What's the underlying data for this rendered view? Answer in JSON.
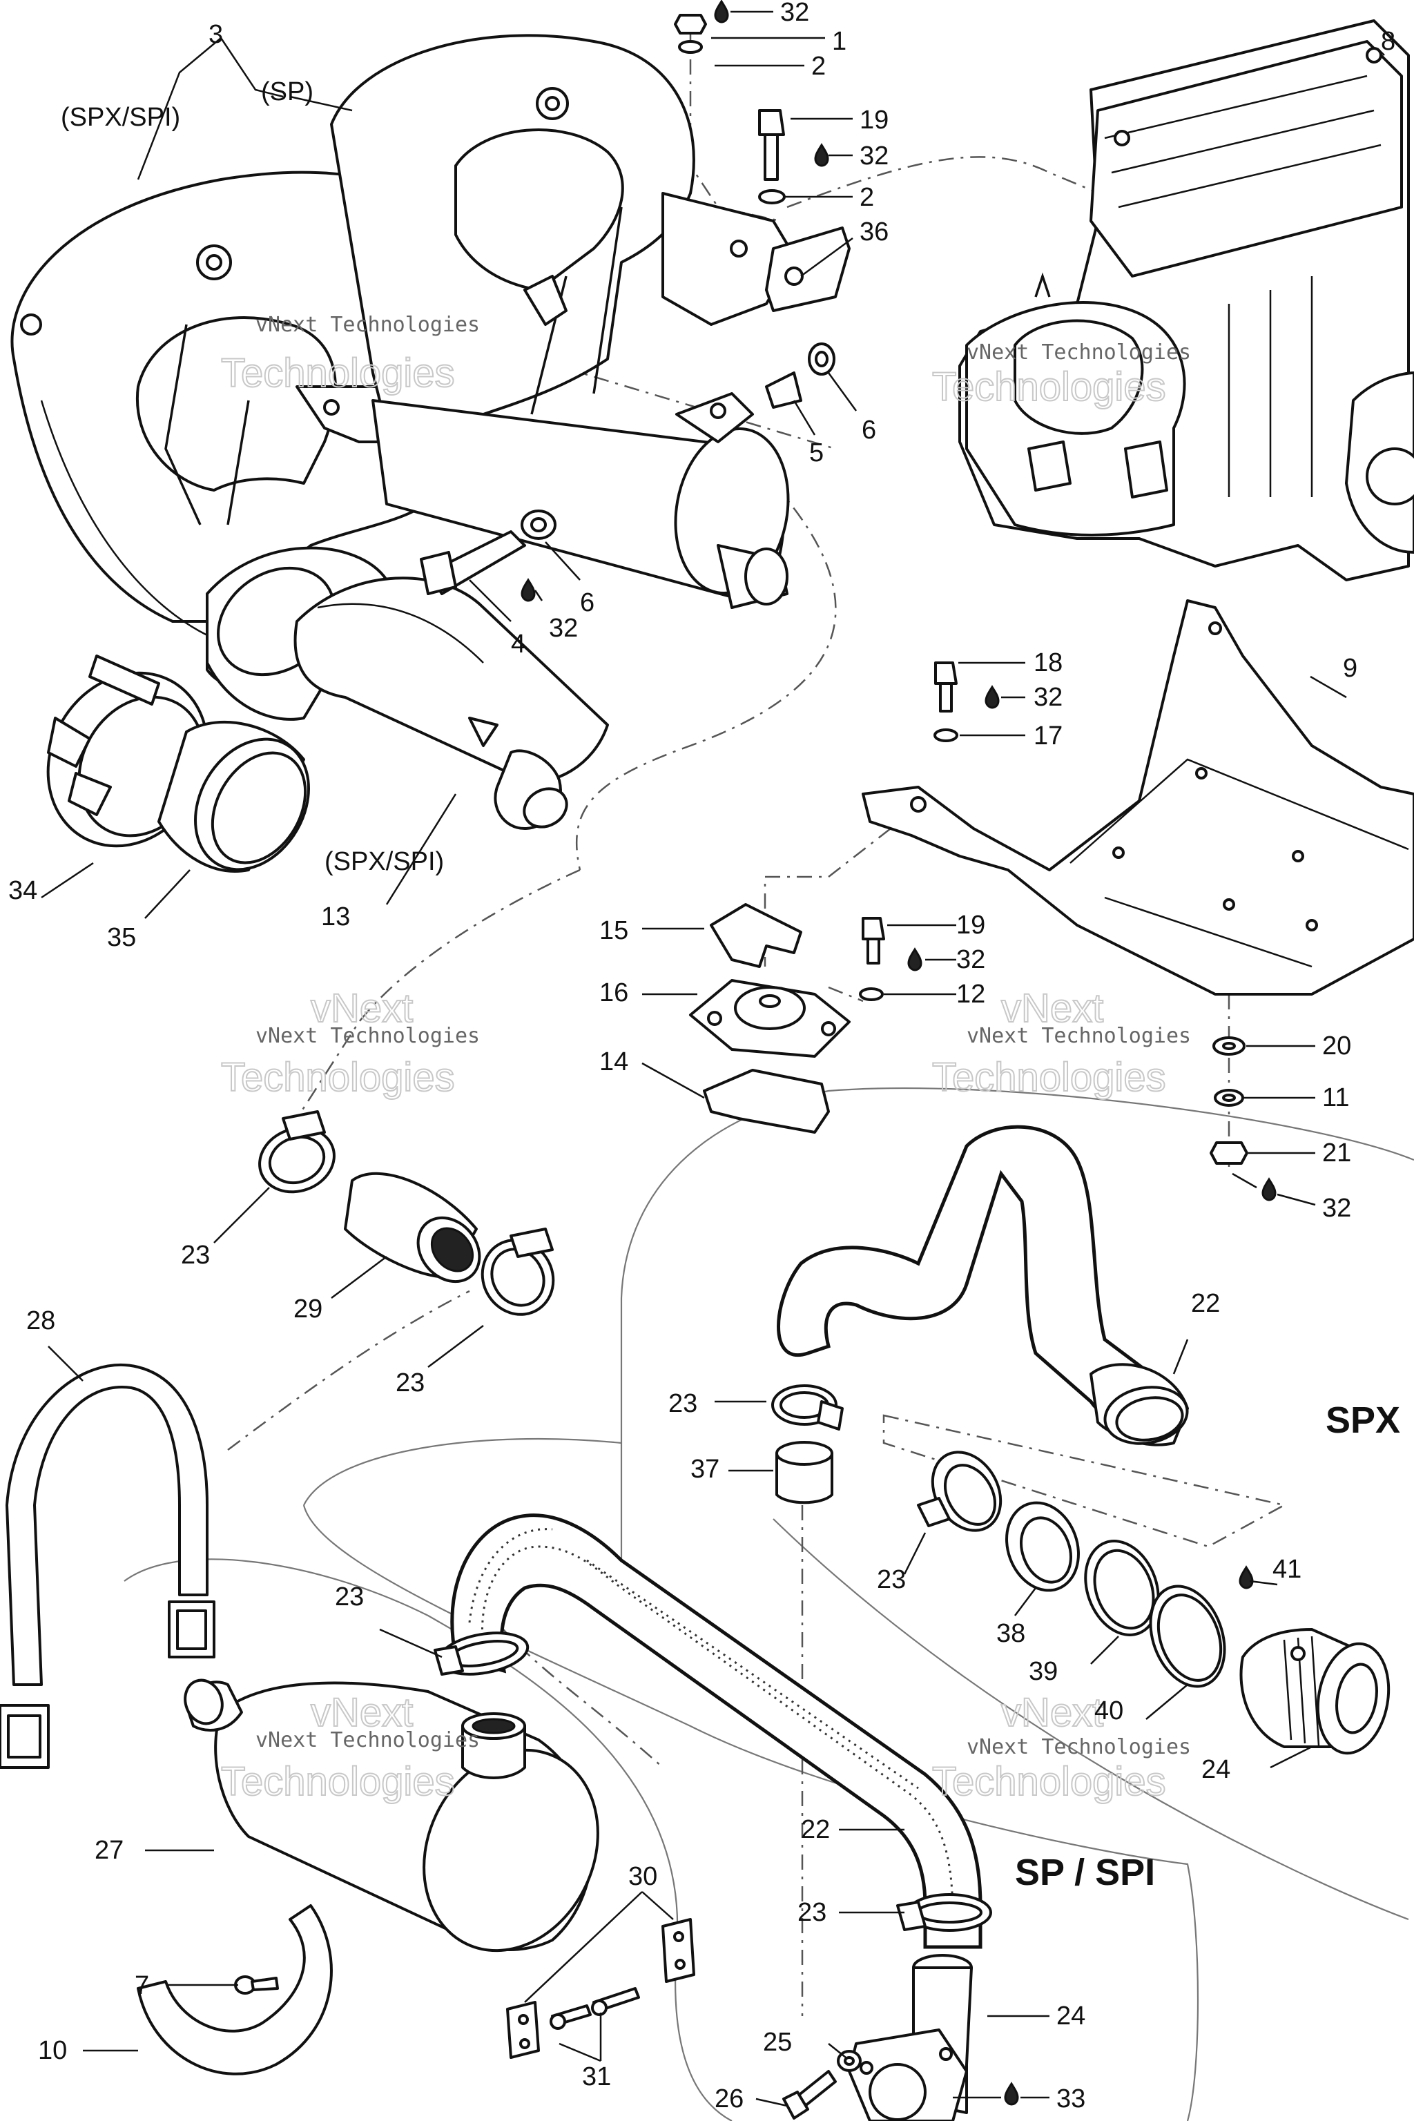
{
  "labels": {
    "n1": "1",
    "n2a": "2",
    "n2b": "2",
    "n3": "3",
    "n4": "4",
    "n5": "5",
    "n6a": "6",
    "n6b": "6",
    "n7": "7",
    "n8": "8",
    "n9": "9",
    "n10": "10",
    "n11": "11",
    "n12": "12",
    "n13": "13",
    "n14": "14",
    "n15": "15",
    "n16": "16",
    "n17": "17",
    "n18": "18",
    "n19a": "19",
    "n19b": "19",
    "n20": "20",
    "n21": "21",
    "n22a": "22",
    "n22b": "22",
    "n23a": "23",
    "n23b": "23",
    "n23c": "23",
    "n23d": "23",
    "n23e": "23",
    "n23f": "23",
    "n24a": "24",
    "n24b": "24",
    "n25": "25",
    "n26": "26",
    "n27": "27",
    "n28": "28",
    "n29": "29",
    "n30": "30",
    "n31": "31",
    "n32a": "32",
    "n32b": "32",
    "n32c": "32",
    "n32d": "32",
    "n32e": "32",
    "n32f": "32",
    "n33": "33",
    "n34": "34",
    "n35": "35",
    "n36": "36",
    "n37": "37",
    "n38": "38",
    "n39": "39",
    "n40": "40",
    "n41": "41",
    "v_spxspi_top": "(SPX/SPI)",
    "v_sp_top": "(SP)",
    "v_spxspi_13": "(SPX/SPI)",
    "model_spx": "SPX",
    "model_spspi": "SP / SPI"
  },
  "watermark": {
    "line1": "vNext Technologies",
    "line2": "vNext",
    "line3": "Technologies"
  }
}
